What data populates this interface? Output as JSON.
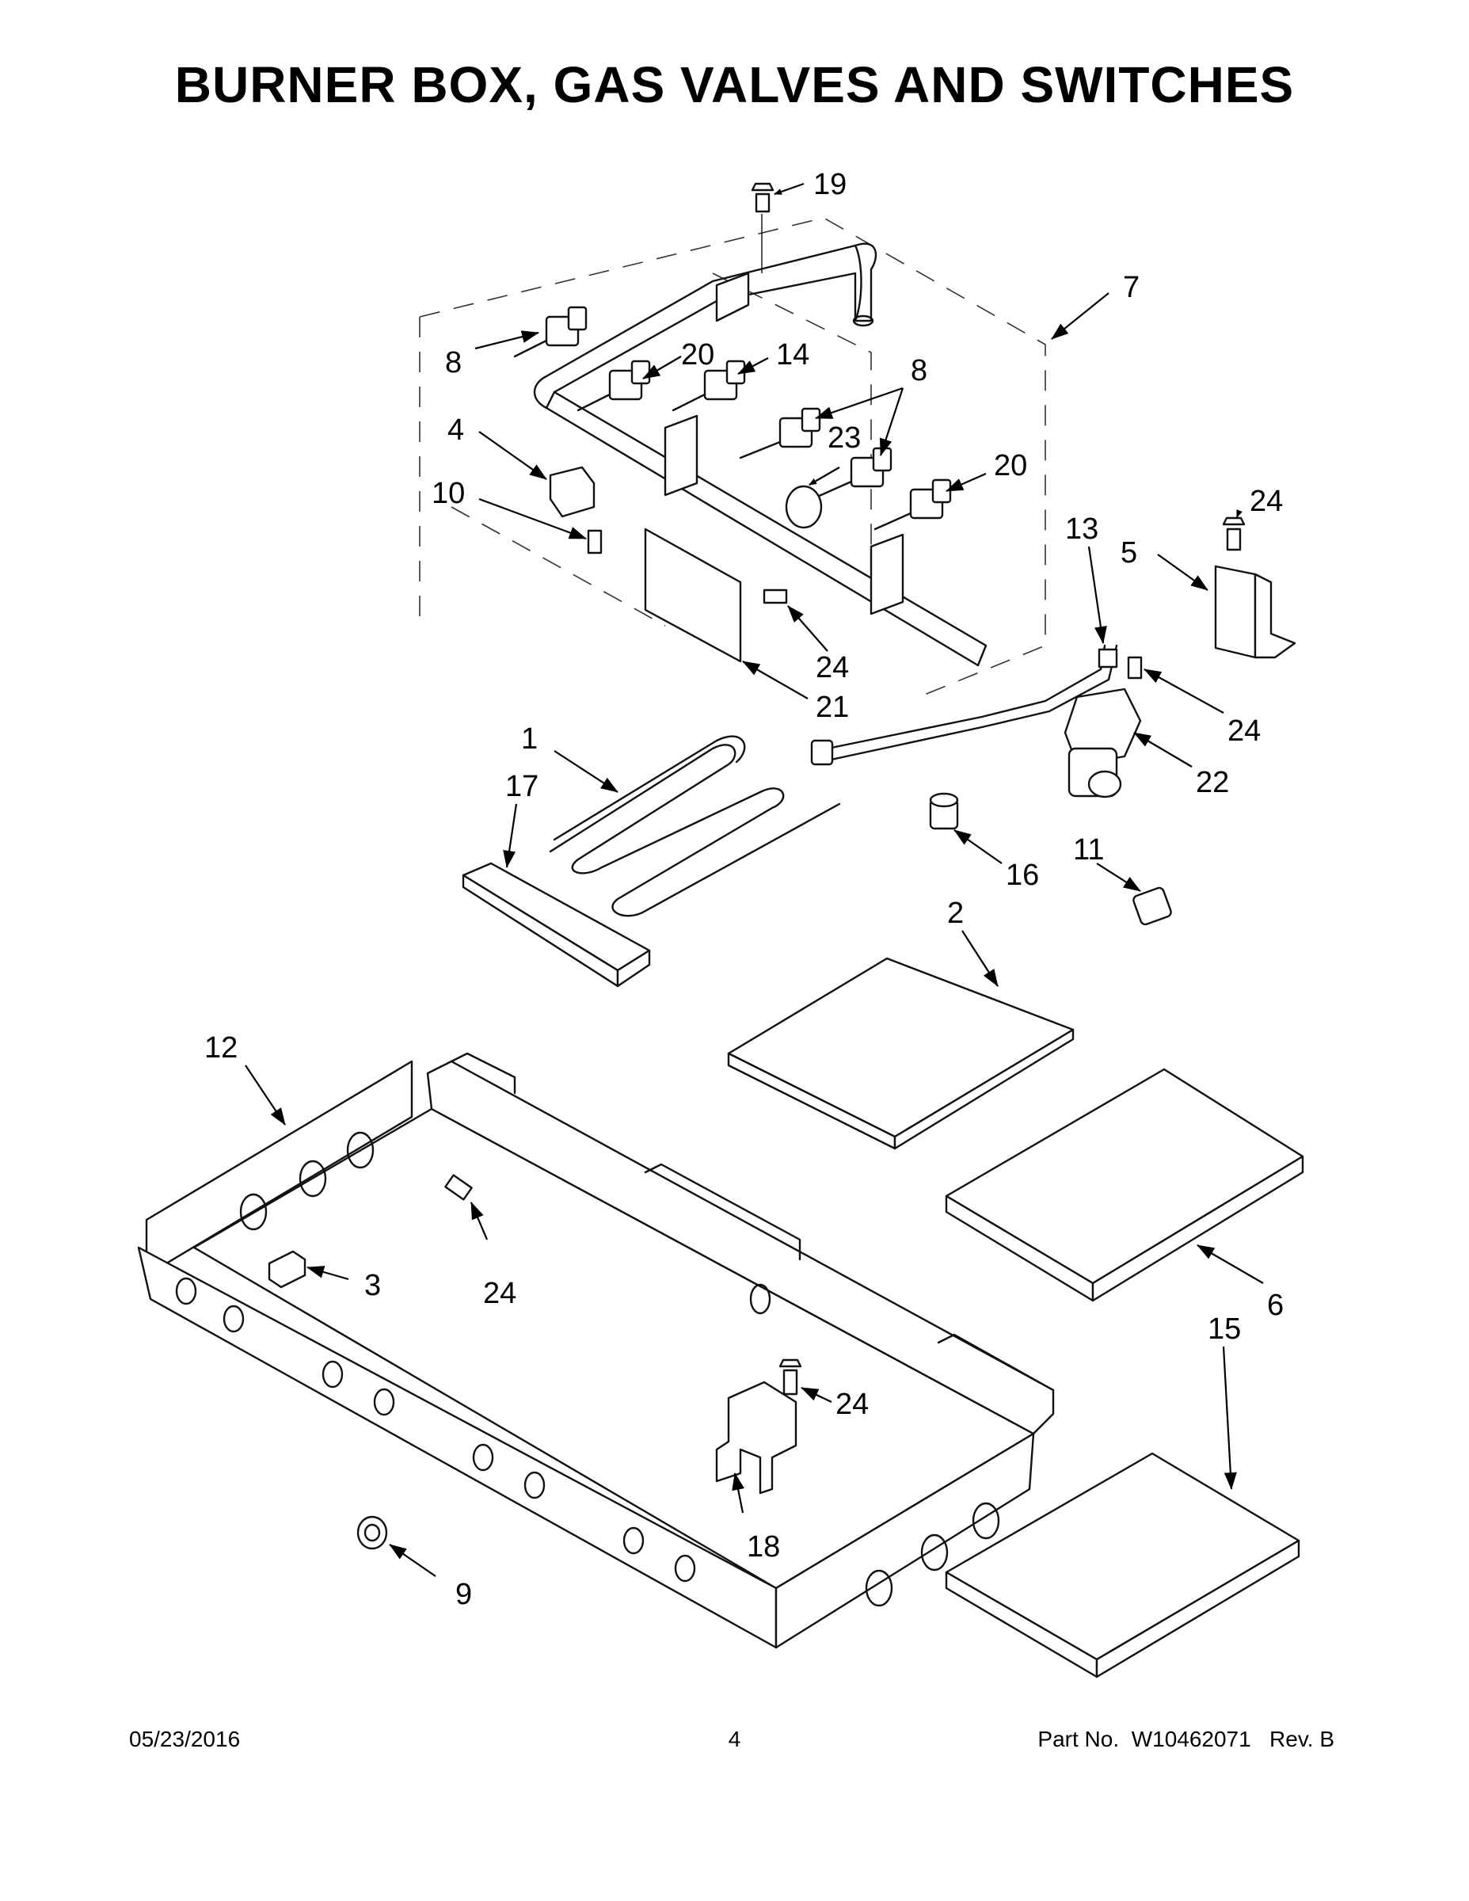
{
  "title": "BURNER BOX, GAS VALVES AND SWITCHES",
  "callouts": [
    "1",
    "2",
    "3",
    "4",
    "5",
    "6",
    "7",
    "8",
    "8",
    "9",
    "10",
    "11",
    "12",
    "13",
    "14",
    "15",
    "16",
    "17",
    "18",
    "19",
    "20",
    "20",
    "21",
    "22",
    "23",
    "24",
    "24",
    "24",
    "24",
    "24"
  ],
  "footer": {
    "date": "05/23/2016",
    "page": "4",
    "part_label": "Part No.",
    "part_number": "W10462071",
    "revision": "Rev. B"
  }
}
